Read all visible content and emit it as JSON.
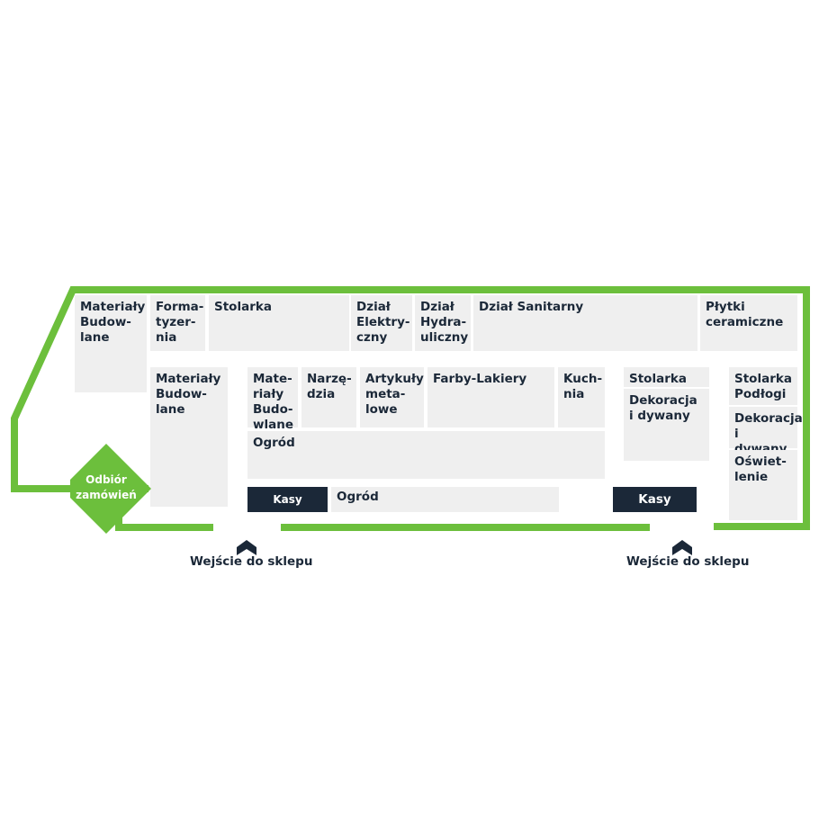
{
  "colors": {
    "wall": "#6cbf3c",
    "dept_bg": "#efefef",
    "text": "#1b2838",
    "kasy_bg": "#1b2838"
  },
  "departments": {
    "materialy_top": "Materiały\nBudow-\nlane",
    "formatyzernia": "Forma-\ntyzer-\nnia",
    "stolarka_top": "Stolarka",
    "elektryczny": "Dział\nElektry-\nczny",
    "hydrauliczny": "Dział\nHydra-\nuliczny",
    "sanitarny": "Dział Sanitarny",
    "plytki": "Płytki\nceramiczne",
    "materialy_mid": "Materiały\nBudow-\nlane",
    "materialy_small": "Mate-\nriały\nBudo-\nwlane",
    "narzedzia": "Narzę-\ndzia",
    "artykuly": "Artykuły\nmeta-\nlowe",
    "farby": "Farby-Lakiery",
    "kuchnia": "Kuch-\nnia",
    "stolarka_right": "Stolarka",
    "dekoracja_mid": "Dekoracja\ni dywany",
    "stolarka_podlogi": "Stolarka\nPodłogi",
    "dekoracja_right": "Dekoracja\ni dywany",
    "oswietlenie": "Oświet-\nlenie",
    "ogrod_top": "Ogród",
    "ogrod_bottom": "Ogród"
  },
  "checkouts": {
    "kasy_left": "Kasy",
    "kasy_right": "Kasy"
  },
  "pickup": {
    "line1": "Odbiór",
    "line2": "zamówień"
  },
  "entrances": {
    "left": "Wejście do sklepu",
    "right": "Wejście do sklepu"
  },
  "icons": {
    "entrance": "house-arrow-icon"
  }
}
